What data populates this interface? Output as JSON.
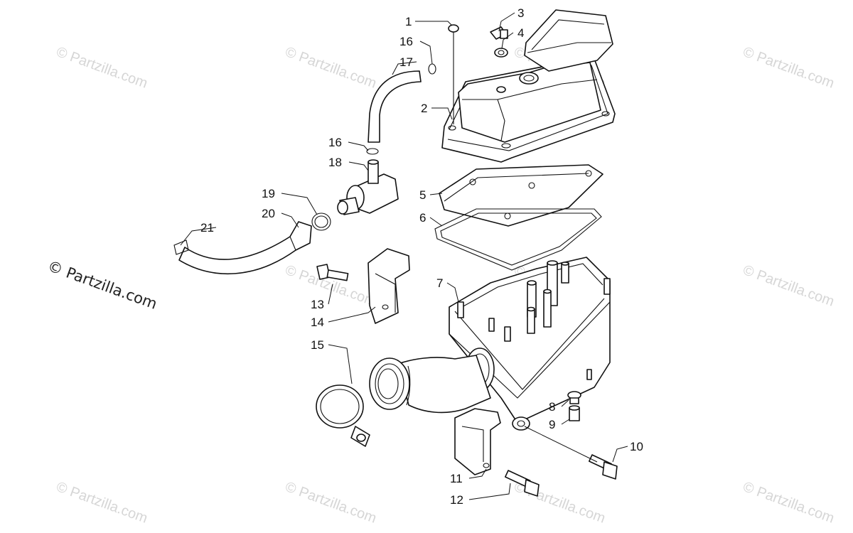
{
  "watermark": {
    "text": "© Partzilla.com"
  },
  "brand_mark": {
    "text": "© Partzilla.com"
  },
  "callouts": [
    {
      "id": "c1",
      "text": "1"
    },
    {
      "id": "c2",
      "text": "2"
    },
    {
      "id": "c3",
      "text": "3"
    },
    {
      "id": "c4",
      "text": "4"
    },
    {
      "id": "c5",
      "text": "5"
    },
    {
      "id": "c6",
      "text": "6"
    },
    {
      "id": "c7",
      "text": "7"
    },
    {
      "id": "c8",
      "text": "8"
    },
    {
      "id": "c9",
      "text": "9"
    },
    {
      "id": "c10",
      "text": "10"
    },
    {
      "id": "c11",
      "text": "11"
    },
    {
      "id": "c12",
      "text": "12"
    },
    {
      "id": "c13",
      "text": "13"
    },
    {
      "id": "c14",
      "text": "14"
    },
    {
      "id": "c15",
      "text": "15"
    },
    {
      "id": "c16a",
      "text": "16"
    },
    {
      "id": "c16b",
      "text": "16"
    },
    {
      "id": "c17",
      "text": "17"
    },
    {
      "id": "c18",
      "text": "18"
    },
    {
      "id": "c19",
      "text": "19"
    },
    {
      "id": "c20",
      "text": "20"
    },
    {
      "id": "c21",
      "text": "21"
    }
  ]
}
